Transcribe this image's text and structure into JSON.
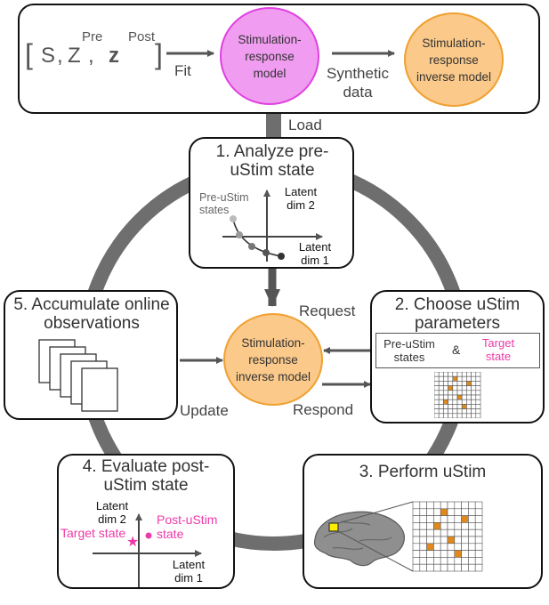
{
  "top": {
    "formula": {
      "open": "[",
      "S": "S",
      "Z": "Z",
      "pre": "Pre",
      "z": "z",
      "post": "Post",
      "close": "]",
      "comma": ","
    },
    "fit_label": "Fit",
    "forward_model": "Stimulation-response model",
    "synthetic_label": "Synthetic data",
    "inverse_model": "Stimulation-response inverse model"
  },
  "load_label": "Load",
  "step1": {
    "title": "1. Analyze pre-uStim state",
    "pre_states": "Pre-uStim states",
    "dim2": "Latent dim 2",
    "dim1": "Latent dim 1"
  },
  "step2": {
    "title": "2. Choose uStim parameters",
    "pre_states": "Pre-uStim states",
    "amp": "&",
    "target": "Target state"
  },
  "step3": {
    "title": "3. Perform uStim"
  },
  "step4": {
    "title": "4. Evaluate post-uStim state",
    "dim2": "Latent dim 2",
    "dim1": "Latent dim 1",
    "target": "Target state",
    "post": "Post-uStim state"
  },
  "step5": {
    "title": "5. Accumulate online observations"
  },
  "center": {
    "inverse_model": "Stimulation-response inverse model",
    "request": "Request",
    "respond": "Respond",
    "update": "Update"
  },
  "colors": {
    "forward_fill": "#f09cf0",
    "forward_border": "#e040e0",
    "inverse_fill": "#fbc98a",
    "inverse_border": "#f0a030",
    "target": "#ee3aa8",
    "orange_cell": "#e08a1e",
    "ring": "#6e6e6e"
  }
}
